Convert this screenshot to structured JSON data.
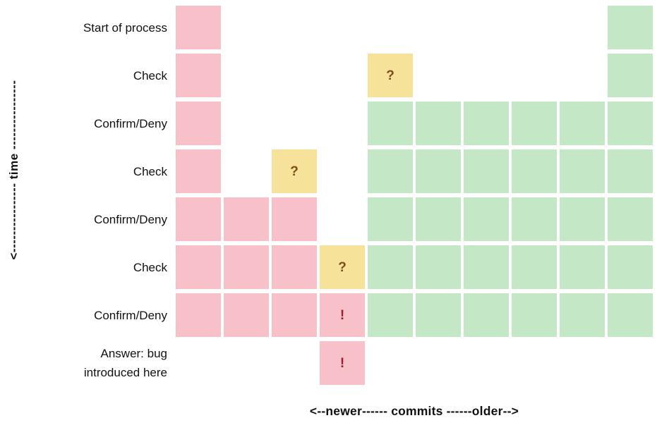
{
  "palette": {
    "bad": "#f8c1c9",
    "good": "#c4e8c5",
    "check": "#f7e299",
    "question_mark": "#7c4e1d",
    "exclamation_mark": "#9b1c2a",
    "text": "#111111"
  },
  "time_axis": {
    "label": "time",
    "display": "<---------------- time ----------------"
  },
  "x_axis": {
    "label": "<--newer------ commits ------older-->"
  },
  "legend_semantics": {
    "bad": "failing commit (pink)",
    "good": "passing commit (green)",
    "check": "commit under test (yellow)"
  },
  "rows": [
    {
      "label": "Start of process",
      "cells": [
        {
          "col": 1,
          "state": "bad",
          "mark": ""
        },
        {
          "col": 10,
          "state": "good",
          "mark": ""
        }
      ]
    },
    {
      "label": "Check",
      "cells": [
        {
          "col": 1,
          "state": "bad",
          "mark": ""
        },
        {
          "col": 5,
          "state": "check",
          "mark": "?"
        },
        {
          "col": 10,
          "state": "good",
          "mark": ""
        }
      ]
    },
    {
      "label": "Confirm/Deny",
      "cells": [
        {
          "col": 1,
          "state": "bad",
          "mark": ""
        },
        {
          "col": 5,
          "state": "good",
          "mark": ""
        },
        {
          "col": 6,
          "state": "good",
          "mark": ""
        },
        {
          "col": 7,
          "state": "good",
          "mark": ""
        },
        {
          "col": 8,
          "state": "good",
          "mark": ""
        },
        {
          "col": 9,
          "state": "good",
          "mark": ""
        },
        {
          "col": 10,
          "state": "good",
          "mark": ""
        }
      ]
    },
    {
      "label": "Check",
      "cells": [
        {
          "col": 1,
          "state": "bad",
          "mark": ""
        },
        {
          "col": 3,
          "state": "check",
          "mark": "?"
        },
        {
          "col": 5,
          "state": "good",
          "mark": ""
        },
        {
          "col": 6,
          "state": "good",
          "mark": ""
        },
        {
          "col": 7,
          "state": "good",
          "mark": ""
        },
        {
          "col": 8,
          "state": "good",
          "mark": ""
        },
        {
          "col": 9,
          "state": "good",
          "mark": ""
        },
        {
          "col": 10,
          "state": "good",
          "mark": ""
        }
      ]
    },
    {
      "label": "Confirm/Deny",
      "cells": [
        {
          "col": 1,
          "state": "bad",
          "mark": ""
        },
        {
          "col": 2,
          "state": "bad",
          "mark": ""
        },
        {
          "col": 3,
          "state": "bad",
          "mark": ""
        },
        {
          "col": 5,
          "state": "good",
          "mark": ""
        },
        {
          "col": 6,
          "state": "good",
          "mark": ""
        },
        {
          "col": 7,
          "state": "good",
          "mark": ""
        },
        {
          "col": 8,
          "state": "good",
          "mark": ""
        },
        {
          "col": 9,
          "state": "good",
          "mark": ""
        },
        {
          "col": 10,
          "state": "good",
          "mark": ""
        }
      ]
    },
    {
      "label": "Check",
      "cells": [
        {
          "col": 1,
          "state": "bad",
          "mark": ""
        },
        {
          "col": 2,
          "state": "bad",
          "mark": ""
        },
        {
          "col": 3,
          "state": "bad",
          "mark": ""
        },
        {
          "col": 4,
          "state": "check",
          "mark": "?"
        },
        {
          "col": 5,
          "state": "good",
          "mark": ""
        },
        {
          "col": 6,
          "state": "good",
          "mark": ""
        },
        {
          "col": 7,
          "state": "good",
          "mark": ""
        },
        {
          "col": 8,
          "state": "good",
          "mark": ""
        },
        {
          "col": 9,
          "state": "good",
          "mark": ""
        },
        {
          "col": 10,
          "state": "good",
          "mark": ""
        }
      ]
    },
    {
      "label": "Confirm/Deny",
      "cells": [
        {
          "col": 1,
          "state": "bad",
          "mark": ""
        },
        {
          "col": 2,
          "state": "bad",
          "mark": ""
        },
        {
          "col": 3,
          "state": "bad",
          "mark": ""
        },
        {
          "col": 4,
          "state": "bad",
          "mark": "!"
        },
        {
          "col": 5,
          "state": "good",
          "mark": ""
        },
        {
          "col": 6,
          "state": "good",
          "mark": ""
        },
        {
          "col": 7,
          "state": "good",
          "mark": ""
        },
        {
          "col": 8,
          "state": "good",
          "mark": ""
        },
        {
          "col": 9,
          "state": "good",
          "mark": ""
        },
        {
          "col": 10,
          "state": "good",
          "mark": ""
        }
      ]
    },
    {
      "label": "Answer: bug\nintroduced here",
      "cells": [
        {
          "col": 4,
          "state": "bad",
          "mark": "!"
        }
      ]
    }
  ]
}
